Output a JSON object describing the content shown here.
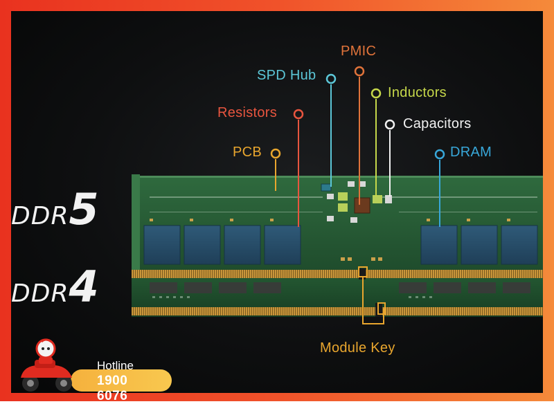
{
  "diagram": {
    "components": {
      "pmic": "PMIC",
      "spd_hub": "SPD Hub",
      "inductors": "Inductors",
      "resistors": "Resistors",
      "capacitors": "Capacitors",
      "pcb": "PCB",
      "dram": "DRAM",
      "module_key": "Module Key"
    },
    "colors": {
      "pmic": "#e0733a",
      "spd_hub": "#5cc7d8",
      "inductors": "#c6d84a",
      "resistors": "#e8553f",
      "capacitors": "#f2f2f2",
      "pcb": "#e9a62e",
      "dram": "#38a7d9",
      "module_key": "#e9a62e"
    },
    "modules": [
      {
        "prefix": "DDR",
        "number": "5"
      },
      {
        "prefix": "DDR",
        "number": "4"
      }
    ]
  },
  "hotline": {
    "title": "Hotline",
    "number": "1900 6076",
    "icon": "delivery-scooter-mascot-icon"
  }
}
